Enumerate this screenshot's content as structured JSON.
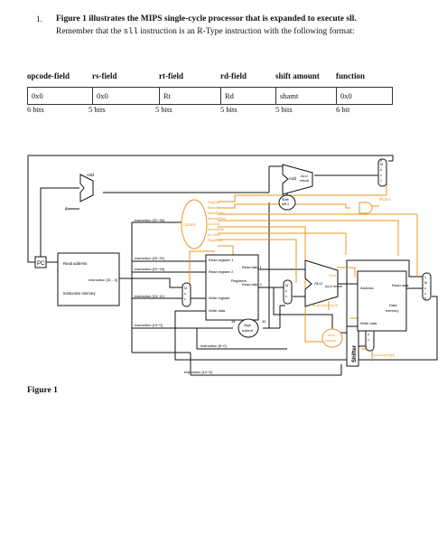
{
  "question": {
    "number": "1.",
    "line1": "Figure 1 illustrates the MIPS single-cycle processor that is expanded to execute sll.",
    "line2_before": "Remember that the ",
    "line2_code": "sll",
    "line2_after": " instruction is an R-Type instruction with the following format:"
  },
  "format_table": {
    "headers": [
      "opcode-field",
      "rs-field",
      "rt-field",
      "rd-field",
      "shift amount",
      "function"
    ],
    "values": [
      "0x0",
      "0x0",
      "Rt",
      "Rd",
      "shamt",
      "0x0"
    ],
    "bits": [
      "6 bits",
      "5 bits",
      "5 bits",
      "5 bits",
      "5 bits",
      "6 bit"
    ]
  },
  "diagram": {
    "pc": "PC",
    "add_pc": "Add",
    "four": "4",
    "add_branch": "Add",
    "alu_result_top": "ALU",
    "alu_result_bottom": "result",
    "shift_left_2_top": "Shift",
    "shift_left_2_bottom": "left 2",
    "pcsrc": "PCSrc",
    "control": "Control",
    "control_signals": [
      "RegDst",
      "Branch",
      "MemRead",
      "MemtoReg",
      "ALUOp",
      "MemWrite",
      "ALUSrc",
      "RegWrite"
    ],
    "read_address": "Read address",
    "instruction_label": "Instruction [31 - 0]",
    "instruction_memory": "Instruction memory",
    "instr_31_26": "Instruction [31~26]",
    "instr_25_21": "Instruction [25~21]",
    "instr_20_16": "Instruction [20~16]",
    "instr_15_11": "Instruction [15~11]",
    "instr_15_0": "Instruction [15~0]",
    "instr_5_0": "Instruction [5~0]",
    "instr_10_6": "Instruction [10~6]",
    "read_register_1": "Read register 1",
    "read_register_2": "Read register 2",
    "write_register": "Write register",
    "write_data_reg": "Write data",
    "registers": "Registers",
    "read_data_1": "Read data 1",
    "read_data_2": "Read data 2",
    "sign_extend_top": "Sign",
    "sign_extend_bottom": "extend",
    "bits_16": "16",
    "bits_32": "32",
    "alu": "ALU",
    "alu_result_main": "ALU result",
    "zero": "Zero",
    "alu_control_top": "ALU",
    "alu_control_bottom": "control",
    "alucontrol_20": "ALUControl [2:0]",
    "alucontrol_3": "ALUControl[3]",
    "shifter": "Shifter",
    "address": "Address",
    "read_data_mem": "Read data",
    "data_memory_top": "Data",
    "data_memory_bottom": "memory",
    "write_data_mem": "Write data",
    "mux_letters": [
      "M",
      "u",
      "x"
    ],
    "mux_zero": "0",
    "mux_one": "1"
  },
  "caption": "Figure 1"
}
